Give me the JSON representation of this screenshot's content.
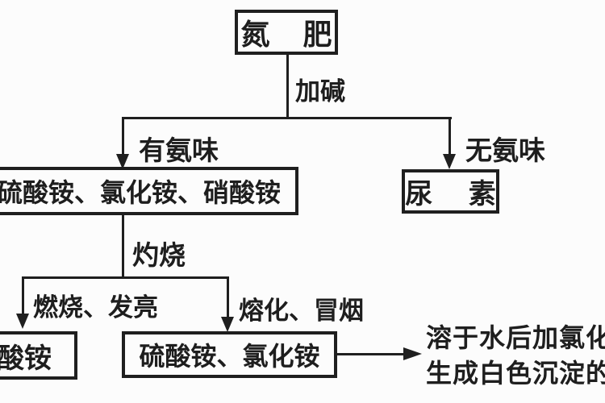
{
  "diagram": {
    "background": "#fcfcfc",
    "ink": "#1f1f1f",
    "root_label": "氮 肥",
    "edges": {
      "add_alkali": "加碱",
      "has_ammonia": "有氨味",
      "no_ammonia": "无氨味",
      "calcine": "灼烧",
      "burn_glow": "燃烧、发亮",
      "melt_smoke": "熔化、冒烟"
    },
    "boxes": {
      "ammonium_salts": "硫酸铵、氯化铵、硝酸铵",
      "urea": "尿 素",
      "nitrate": "硝酸铵",
      "sulfate_chloride": "硫酸铵、氯化铵"
    },
    "result": {
      "line1": "溶于水后加氯化钡",
      "line2": "生成白色沉淀的"
    }
  }
}
